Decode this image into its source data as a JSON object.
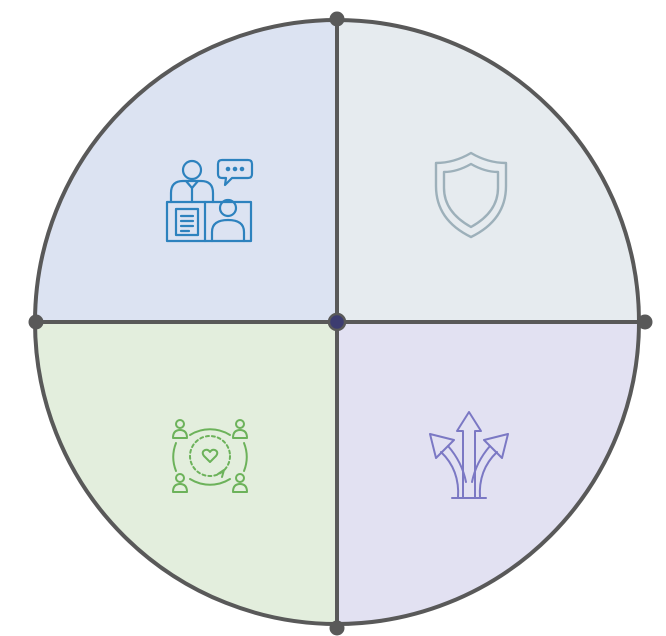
{
  "diagram": {
    "type": "quadrant-circle",
    "quadrants": [
      {
        "id": "top-left",
        "icon": "consultation-desk-icon",
        "fill": "#DCE3F2",
        "icon_color": "#2D82BE"
      },
      {
        "id": "top-right",
        "icon": "shield-icon",
        "fill": "#E6EBEF",
        "icon_color": "#9DB0BA"
      },
      {
        "id": "bottom-left",
        "icon": "community-care-cycle-icon",
        "fill": "#E3EEDD",
        "icon_color": "#6CB25A"
      },
      {
        "id": "bottom-right",
        "icon": "diverging-arrows-icon",
        "fill": "#E2E1F2",
        "icon_color": "#7B78C4"
      }
    ],
    "outline_color": "#595959",
    "center_dot_color": "#3C3C70"
  }
}
